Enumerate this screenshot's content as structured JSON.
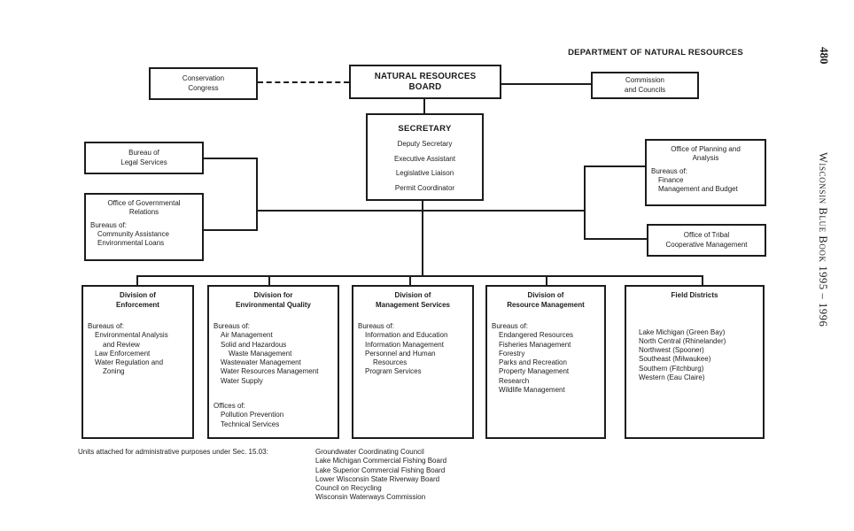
{
  "header": {
    "department": "DEPARTMENT OF NATURAL RESOURCES"
  },
  "sidebar": {
    "page_number": "480",
    "book_title": "Wisconsin Blue Book 1995 – 1996"
  },
  "top_nodes": {
    "conservation_congress": [
      "Conservation",
      "Congress"
    ],
    "natural_resources_board": [
      "NATURAL RESOURCES",
      "BOARD"
    ],
    "commission_and_councils": [
      "Commission",
      "and Councils"
    ]
  },
  "secretary": {
    "title": "SECRETARY",
    "staff": [
      "Deputy Secretary",
      "Executive Assistant",
      "Legislative Liaison",
      "Permit Coordinator"
    ]
  },
  "staff_offices": {
    "legal_services": [
      "Bureau of",
      "Legal Services"
    ],
    "governmental_relations": {
      "title": [
        "Office of Governmental",
        "Relations"
      ],
      "group_label": "Bureaus of:",
      "items": [
        "Community Assistance",
        "Environmental Loans"
      ]
    },
    "planning_analysis": {
      "title": [
        "Office of Planning and",
        "Analysis"
      ],
      "group_label": "Bureaus of:",
      "items": [
        "Finance",
        "Management and Budget"
      ]
    },
    "tribal_cooperative": [
      "Office of Tribal",
      "Cooperative Management"
    ]
  },
  "divisions": [
    {
      "id": "enforcement",
      "title": [
        "Division of",
        "Enforcement"
      ],
      "groups": [
        {
          "label": "Bureaus of:",
          "items": [
            [
              "Environmental Analysis",
              "and Review"
            ],
            [
              "Law Enforcement"
            ],
            [
              "Water Regulation and",
              "Zoning"
            ]
          ]
        }
      ]
    },
    {
      "id": "environmental-quality",
      "title": [
        "Division for",
        "Environmental Quality"
      ],
      "groups": [
        {
          "label": "Bureaus of:",
          "items": [
            [
              "Air Management"
            ],
            [
              "Solid and Hazardous",
              "Waste Management"
            ],
            [
              "Wastewater Management"
            ],
            [
              "Water Resources Management"
            ],
            [
              "Water Supply"
            ]
          ]
        },
        {
          "label": "Offices of:",
          "items": [
            [
              "Pollution Prevention"
            ],
            [
              "Technical Services"
            ]
          ]
        }
      ]
    },
    {
      "id": "management-services",
      "title": [
        "Division of",
        "Management Services"
      ],
      "groups": [
        {
          "label": "Bureaus of:",
          "items": [
            [
              "Information and Education"
            ],
            [
              "Information Management"
            ],
            [
              "Personnel and Human",
              "Resources"
            ],
            [
              "Program Services"
            ]
          ]
        }
      ]
    },
    {
      "id": "resource-management",
      "title": [
        "Division of",
        "Resource Management"
      ],
      "groups": [
        {
          "label": "Bureaus of:",
          "items": [
            [
              "Endangered Resources"
            ],
            [
              "Fisheries Management"
            ],
            [
              "Forestry"
            ],
            [
              "Parks and Recreation"
            ],
            [
              "Property Management"
            ],
            [
              "Research"
            ],
            [
              "Wildlife Management"
            ]
          ]
        }
      ]
    },
    {
      "id": "field-districts",
      "title": [
        "Field Districts"
      ],
      "groups": [
        {
          "label": "",
          "items": [
            [
              "Lake Michigan (Green Bay)"
            ],
            [
              "North Central (Rhinelander)"
            ],
            [
              "Northwest (Spooner)"
            ],
            [
              "Southeast (Milwaukee)"
            ],
            [
              "Southern (Fitchburg)"
            ],
            [
              "Western (Eau Claire)"
            ]
          ]
        }
      ]
    }
  ],
  "footnote": {
    "label": "Units attached for administrative purposes under Sec. 15.03:",
    "units": [
      "Groundwater Coordinating Council",
      "Lake Michigan Commercial Fishing Board",
      "Lake Superior Commercial Fishing Board",
      "Lower Wisconsin State Riverway Board",
      "Council on Recycling",
      "Wisconsin Waterways Commission"
    ]
  },
  "colors": {
    "ink": "#1c1c1c",
    "paper": "#ffffff"
  }
}
